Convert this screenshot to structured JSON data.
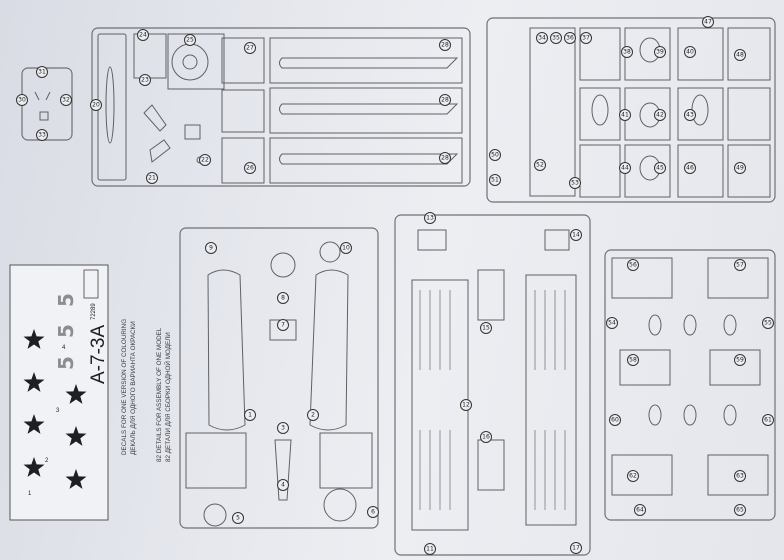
{
  "decal_sheet": {
    "code": "72289",
    "model_name": "A-7-3A",
    "numbers": [
      "5",
      "5",
      "5"
    ],
    "decal_indices": [
      "1",
      "2",
      "3",
      "4"
    ],
    "star_count": 7,
    "caption_en_decals": "DECALS FOR ONE VERSION OF COLOURING",
    "caption_ru_decals": "ДЕКАЛЬ ДЛЯ ОДНОГО ВАРИАНТА ОКРАСКИ",
    "caption_en_details": "82 DETAILS FOR ASSEMBLY OF ONE MODEL",
    "caption_ru_details": "82 ДЕТАЛИ ДЛЯ СБОРКИ ОДНОЙ МОДЕЛИ",
    "star_color": "#1e1f22"
  },
  "sprues": {
    "small": [
      "31",
      "30",
      "32",
      "33"
    ],
    "engine": [
      "20",
      "21",
      "22",
      "23",
      "24",
      "25",
      "26",
      "27",
      "28",
      "28",
      "28"
    ],
    "details": [
      "47",
      "34",
      "35",
      "36",
      "37",
      "38",
      "39",
      "40",
      "41",
      "42",
      "43",
      "44",
      "45",
      "46",
      "48",
      "49",
      "50",
      "51",
      "52",
      "53"
    ],
    "fuselage": [
      "9",
      "10",
      "8",
      "7",
      "1",
      "2",
      "3",
      "4",
      "5",
      "6"
    ],
    "wing": [
      "13",
      "14",
      "15",
      "16",
      "12",
      "11",
      "17"
    ],
    "small_parts": [
      "54",
      "55",
      "56",
      "57",
      "58",
      "59",
      "60",
      "61",
      "62",
      "63",
      "64",
      "65"
    ]
  }
}
